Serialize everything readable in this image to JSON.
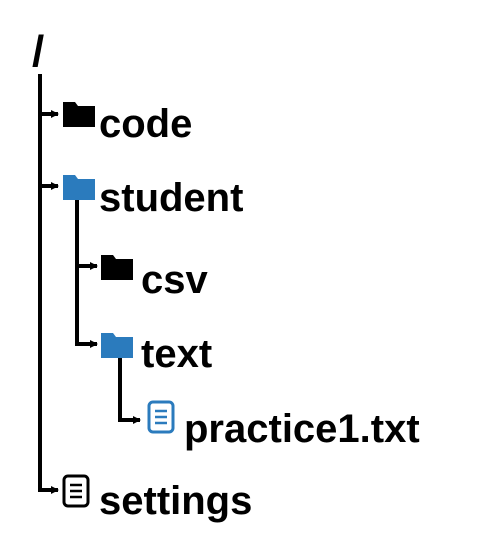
{
  "tree": {
    "root": {
      "label": "/"
    },
    "nodes": [
      {
        "id": "code",
        "label": "code",
        "kind": "folder",
        "color": "#000000"
      },
      {
        "id": "student",
        "label": "student",
        "kind": "folder",
        "color": "#2b7bbd"
      },
      {
        "id": "csv",
        "label": "csv",
        "kind": "folder",
        "color": "#000000"
      },
      {
        "id": "text",
        "label": "text",
        "kind": "folder",
        "color": "#2b7bbd"
      },
      {
        "id": "practice1",
        "label": "practice1.txt",
        "kind": "file",
        "color": "#2b7bbd"
      },
      {
        "id": "settings",
        "label": "settings",
        "kind": "file",
        "color": "#000000"
      }
    ]
  },
  "icons": {
    "folder": "folder-icon",
    "file": "file-icon"
  }
}
